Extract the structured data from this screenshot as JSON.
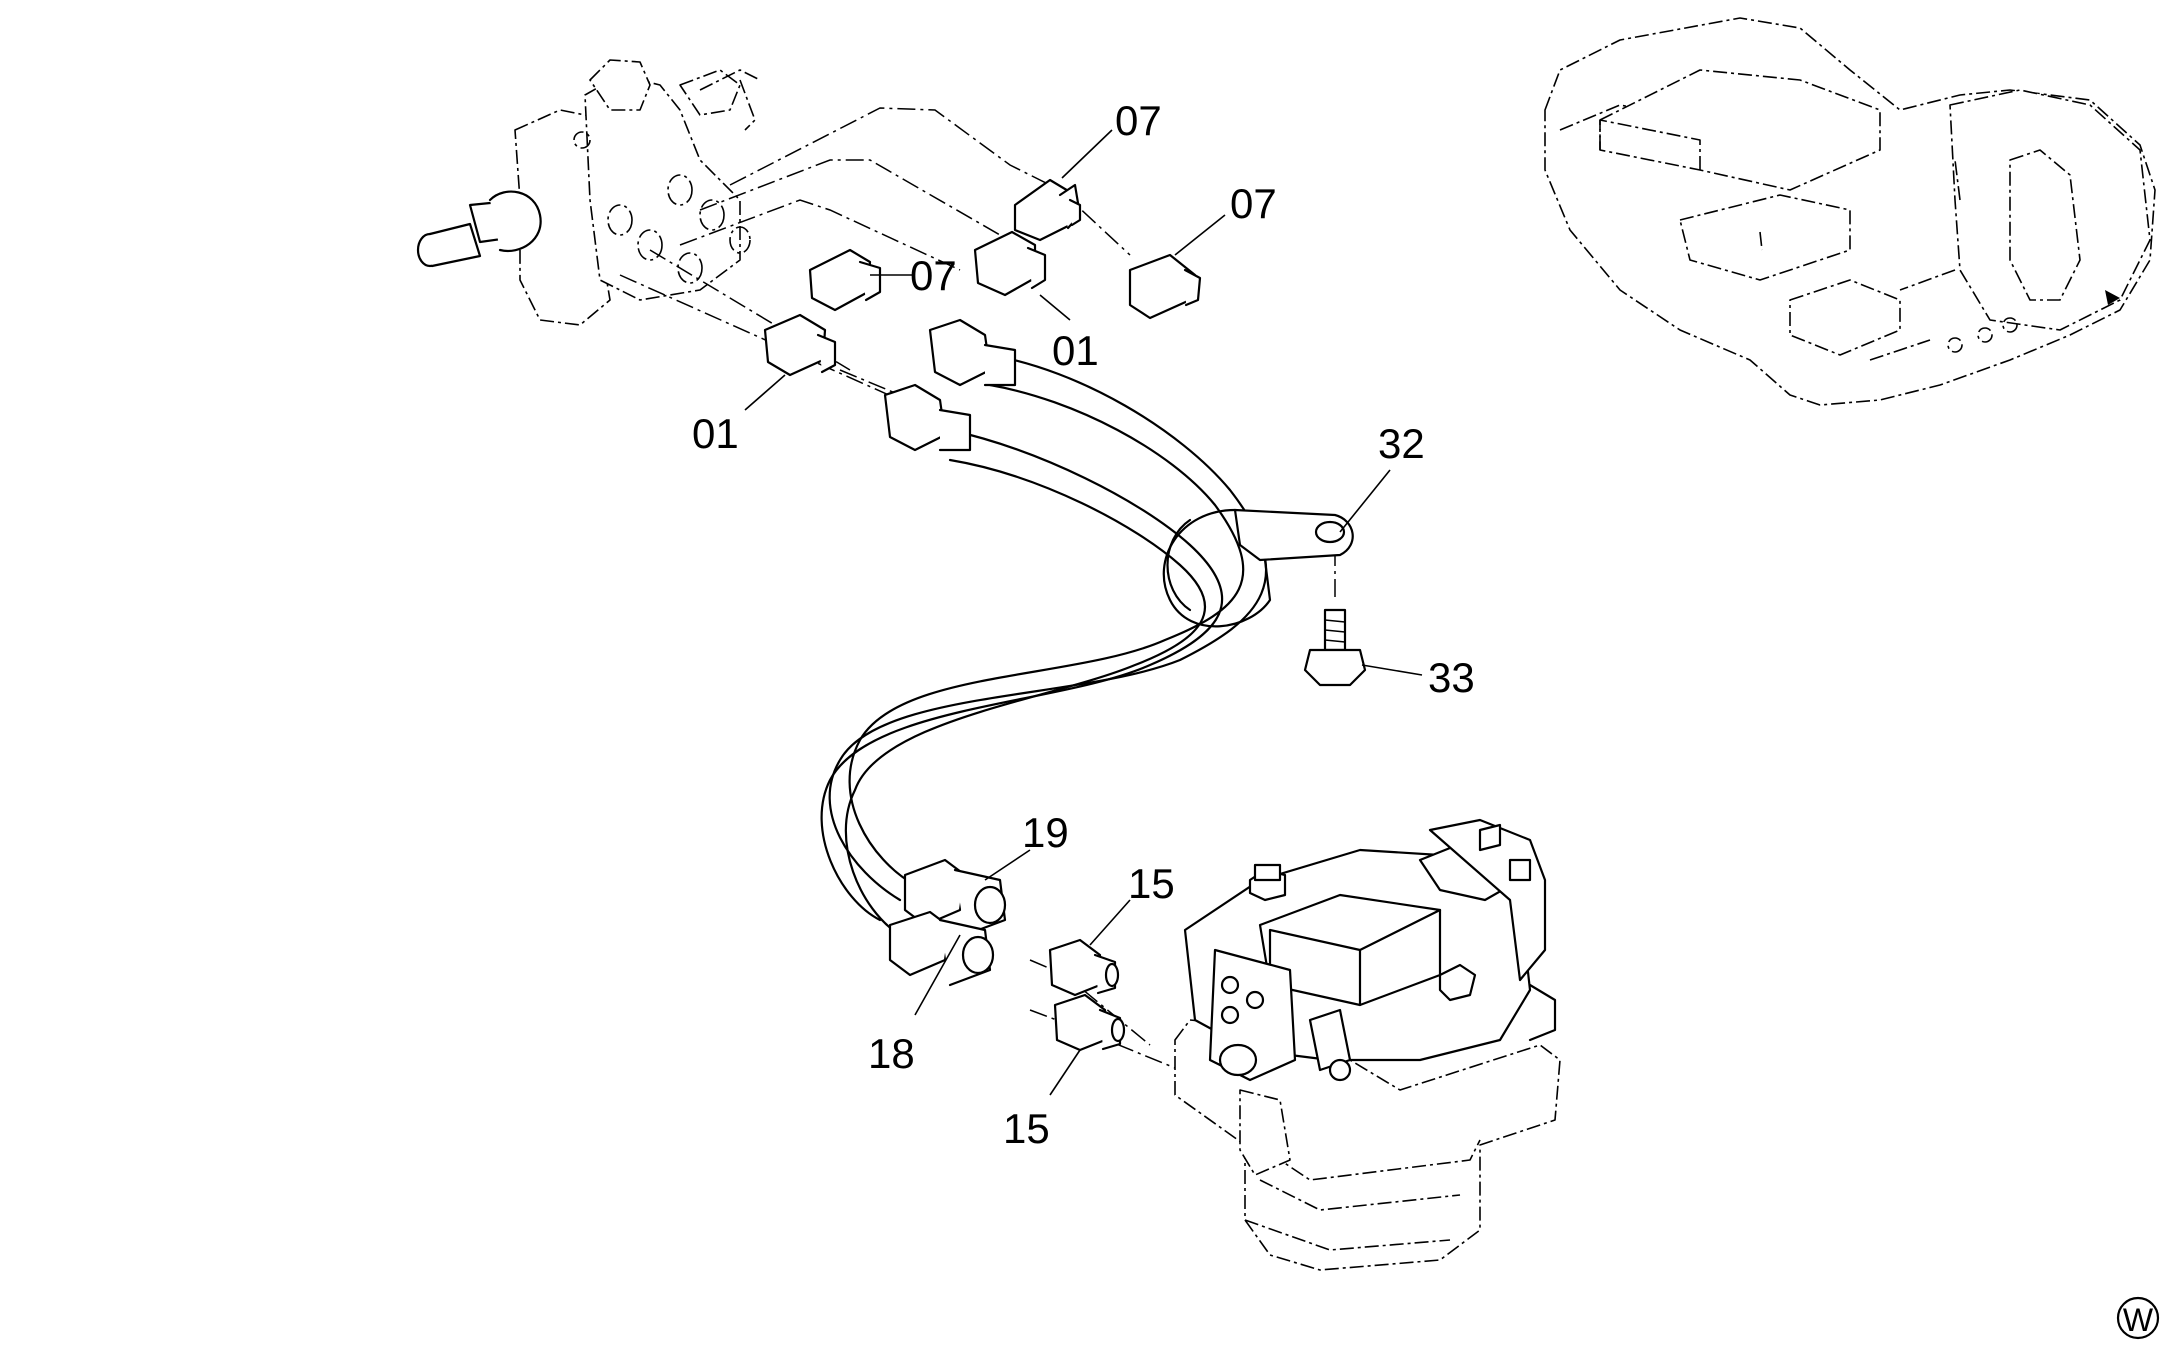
{
  "callouts": {
    "c07a": "07",
    "c07b": "07",
    "c07c": "07",
    "c01a": "01",
    "c01b": "01",
    "c32": "32",
    "c33": "33",
    "c19": "19",
    "c15a": "15",
    "c15b": "15",
    "c18": "18"
  },
  "corner_mark": "W",
  "icons": {
    "valve": "pilot-valve-icon",
    "motor": "swing-motor-icon",
    "machine": "excavator-overview-icon"
  }
}
